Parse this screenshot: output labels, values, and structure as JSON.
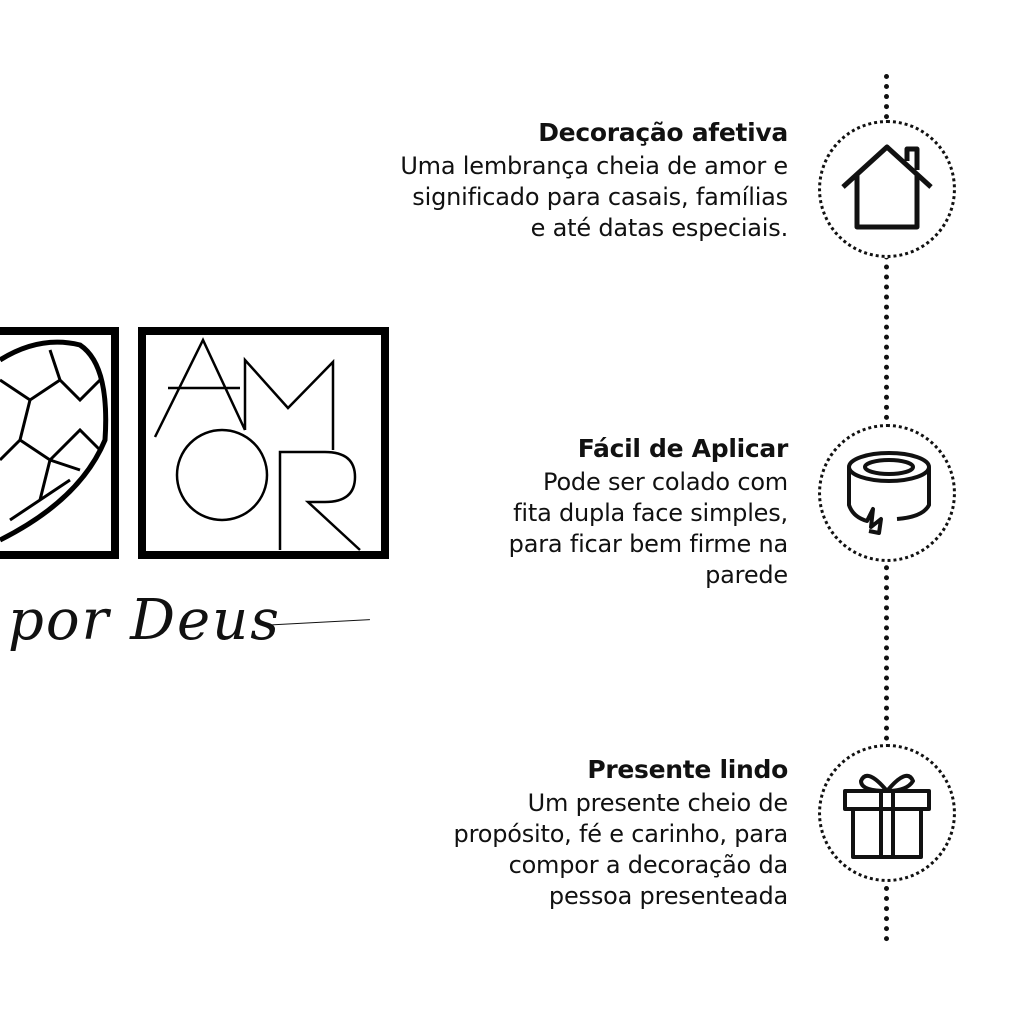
{
  "features": [
    {
      "title": "Decoração afetiva",
      "lines": [
        "Uma lembrança cheia de amor e",
        "significado para casais, famílias",
        "e até datas especiais."
      ],
      "icon": "house-icon"
    },
    {
      "title": "Fácil de Aplicar",
      "lines": [
        "Pode ser colado com",
        "fita dupla face simples,",
        "para ficar bem firme na",
        "parede"
      ],
      "icon": "tape-icon"
    },
    {
      "title": "Presente lindo",
      "lines": [
        "Um presente cheio de",
        "propósito, fé e carinho, para",
        "compor a decoração da",
        "pessoa presenteada"
      ],
      "icon": "gift-icon"
    }
  ],
  "product": {
    "word": "AMOR",
    "script": "por Deus"
  }
}
